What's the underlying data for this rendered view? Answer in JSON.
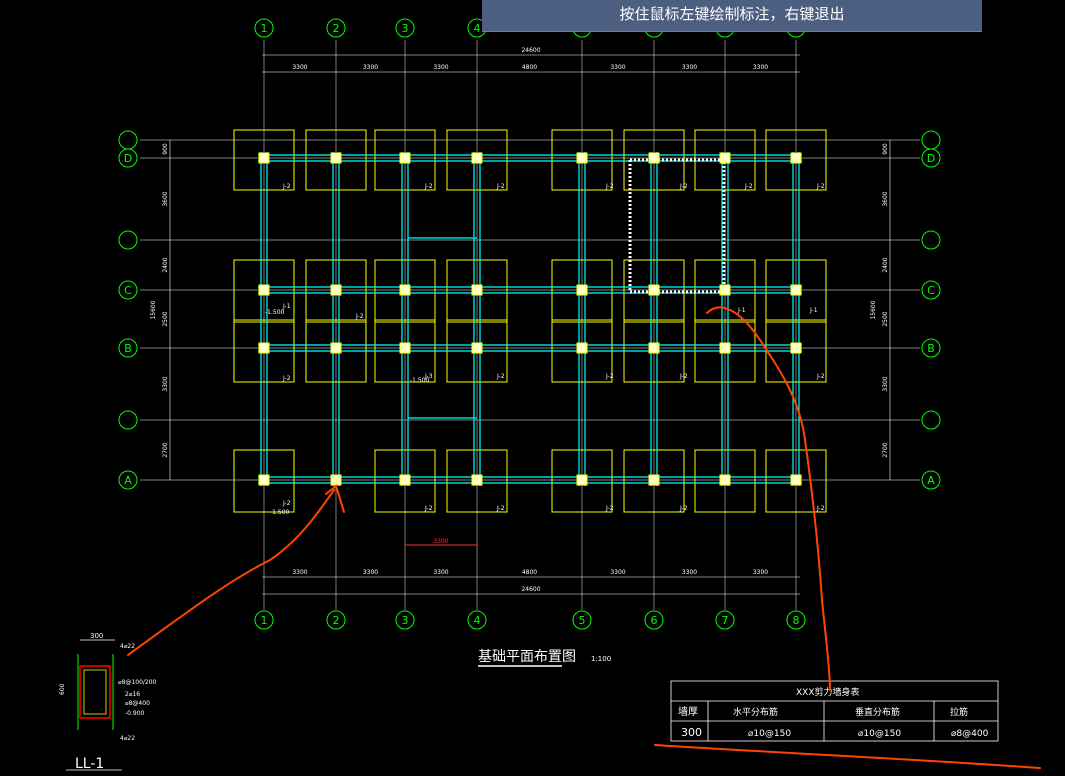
{
  "status_tip": "按住鼠标左键绘制标注，右键退出",
  "drawing": {
    "title": "基础平面布置图",
    "scale": "1:100",
    "axis_x": [
      "1",
      "2",
      "3",
      "4",
      "5",
      "6",
      "7",
      "8"
    ],
    "axis_y": [
      "A",
      "B",
      "C",
      "D"
    ],
    "spans_x": [
      "3300",
      "3300",
      "3300",
      "4800",
      "3300",
      "3300",
      "3300"
    ],
    "total_x": "24600",
    "spans_y_left": [
      "900",
      "3600",
      "2400",
      "2500",
      "3300",
      "2700"
    ],
    "total_y": "15600",
    "spans_y_right": [
      "900",
      "3600",
      "2400",
      "2500",
      "3300",
      "2700"
    ],
    "footing_labels": [
      "J-2",
      "J-1",
      "J-3"
    ],
    "elev_label": "-1.500",
    "beam_dim": "3300",
    "small_dim": "300"
  },
  "section": {
    "name": "LL-1",
    "top_width": "300",
    "height": "600",
    "top_bars": "4⌀22",
    "stirrups": "⌀8@100/200",
    "side_bars": "2⌀16",
    "tie": "⌀8@400",
    "elev": "-0.900",
    "bottom_bars": "4⌀22"
  },
  "rebar_table": {
    "title": "XXX剪力墙身表",
    "headers": [
      "墙厚",
      "水平分布筋",
      "垂直分布筋",
      "拉筋"
    ],
    "rows": [
      [
        "300",
        "⌀10@150",
        "⌀10@150",
        "⌀8@400"
      ]
    ]
  },
  "colors": {
    "grid": "#00ff00",
    "beam": "#00ffff",
    "footing": "#ffff00",
    "annotation": "#ff4500",
    "text": "#ffffff"
  }
}
